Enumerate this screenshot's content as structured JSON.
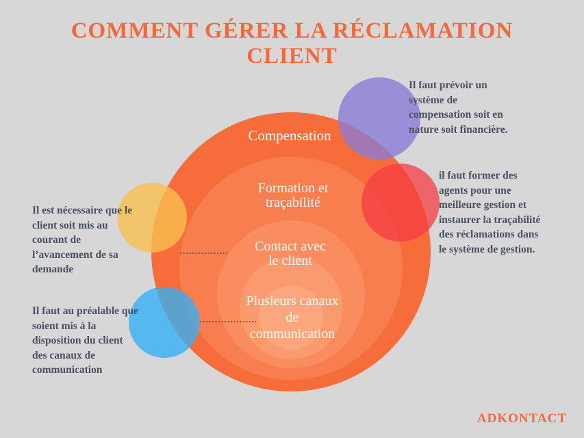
{
  "title": {
    "text": "COMMENT GÉRER LA RÉCLAMATION\nCLIENT"
  },
  "brand": {
    "name": "ADKONTACT"
  },
  "palette": {
    "background": "#D7D7D7",
    "accent_orange": "#F4683A",
    "onion_rings": [
      "#F76C3B",
      "#F87E4F",
      "#F98D60",
      "#FA9A6F",
      "#FBA67D"
    ],
    "satellite_purple": "#897BD6",
    "satellite_red": "#F43C42",
    "satellite_yellow": "#F9BF50",
    "satellite_blue": "#33B0F6",
    "annotation_text": "#4A5162",
    "ring_label_text": "#FFFFFF",
    "dotted_connector": "#566073"
  },
  "diagram": {
    "type": "onion-circles",
    "rings": [
      {
        "name": "compensation",
        "label": "Compensation"
      },
      {
        "name": "formation-tracabilite",
        "label": "Formation et\ntraçabilité"
      },
      {
        "name": "contact-client",
        "label": "Contact avec\nle client"
      },
      {
        "name": "canaux-communication",
        "label": "Plusieurs canaux\nde\ncommunication"
      }
    ],
    "satellites": [
      {
        "name": "compensation",
        "color": "#897BD6"
      },
      {
        "name": "formation-tracabilite",
        "color": "#F43C42"
      },
      {
        "name": "contact-client",
        "color": "#F9BF50"
      },
      {
        "name": "canaux-communication",
        "color": "#33B0F6"
      }
    ]
  },
  "annotations": {
    "compensation": "Il faut prévoir un\nsystème de\ncompensation soit en\nnature soit financière.",
    "formation": "il faut former des\nagents pour une\nmeilleure gestion et\ninstaurer la traçabilité\ndes réclamations dans\nle système de gestion.",
    "contact": "Il est nécessaire que le\nclient soit mis au\ncourant de\nl’avancement de sa\ndemande",
    "canaux": "Il faut au préalable que\nsoient mis à la\ndisposition du client\ndes canaux de\ncommunication"
  }
}
